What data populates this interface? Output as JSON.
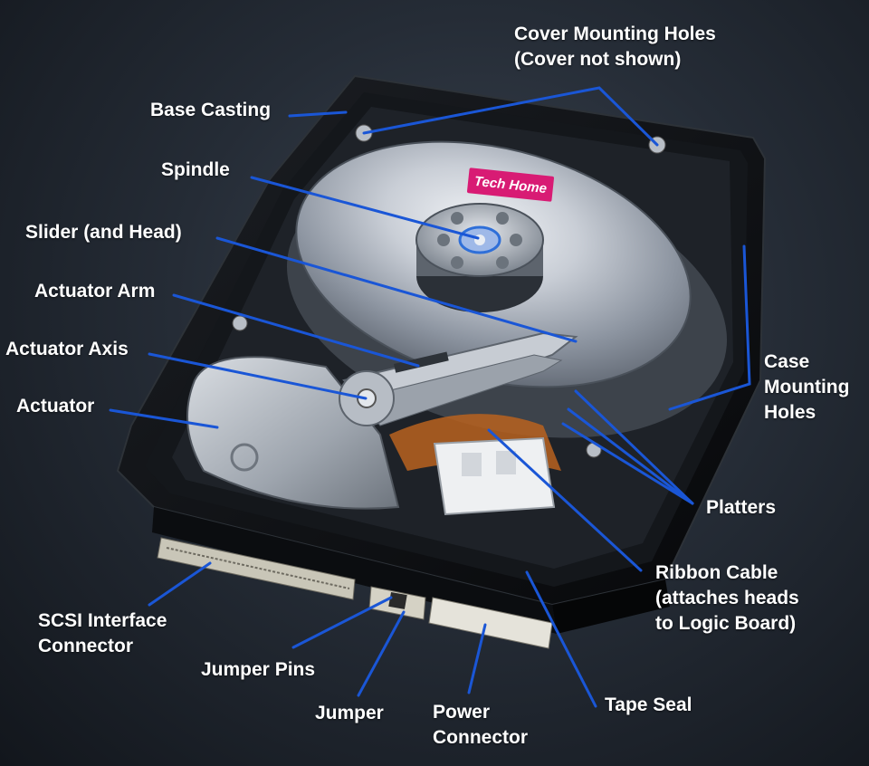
{
  "brand_badge": "Tech Home",
  "labels": {
    "cover_mounting_holes": [
      "Cover Mounting Holes",
      "(Cover not shown)"
    ],
    "base_casting": "Base Casting",
    "spindle": "Spindle",
    "slider_head": "Slider (and Head)",
    "actuator_arm": "Actuator Arm",
    "actuator_axis": "Actuator Axis",
    "actuator": "Actuator",
    "case_mounting_holes": [
      "Case",
      "Mounting",
      "Holes"
    ],
    "platters": "Platters",
    "ribbon_cable": [
      "Ribbon Cable",
      "(attaches heads",
      "to Logic Board)"
    ],
    "scsi_connector": [
      "SCSI Interface",
      "Connector"
    ],
    "jumper_pins": "Jumper Pins",
    "jumper": "Jumper",
    "power_connector": [
      "Power",
      "Connector"
    ],
    "tape_seal": "Tape Seal"
  },
  "colors": {
    "leader_line": "#1a56d6",
    "badge": "#d81b74",
    "label_text": "#ffffff"
  }
}
